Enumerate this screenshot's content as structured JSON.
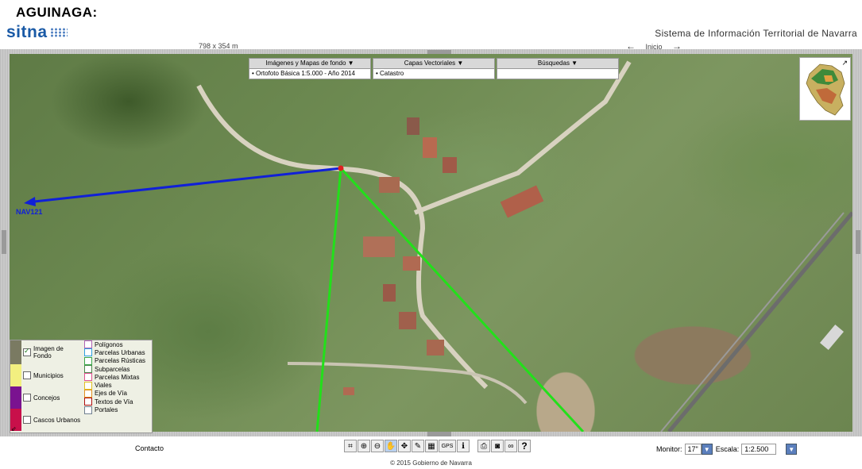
{
  "page": {
    "heading": "AGUINAGA:",
    "logo": "sitna",
    "site_title": "Sistema de Información Territorial de Navarra"
  },
  "map_info": {
    "dimensions": "798 x 354 m",
    "nav_back_icon": "arrow-left-icon",
    "nav_home": "Inicio",
    "nav_forward_icon": "arrow-right-icon"
  },
  "layer_menu": [
    {
      "title": "Imágenes y Mapas de fondo ▼",
      "value": "• Ortofoto Básica 1:5.000 - Año 2014"
    },
    {
      "title": "Capas Vectoriales ▼",
      "value": "• Catastro"
    },
    {
      "title": "Búsquedas ▼",
      "value": ""
    }
  ],
  "map_overlay": {
    "label": "NAV121",
    "colors": {
      "blue_line": "#1020d8",
      "green_line": "#22e01a",
      "marker": "#e02020"
    }
  },
  "legend": {
    "left": [
      {
        "label": "Imagen de Fondo",
        "color": "#7a7a62",
        "checked": true
      },
      {
        "label": "Municipios",
        "color": "#f2ef80",
        "checked": false
      },
      {
        "label": "Concejos",
        "color": "#7a1390",
        "checked": false
      },
      {
        "label": "Cascos Urbanos",
        "color": "#c8104a",
        "checked": false
      }
    ],
    "right": [
      {
        "label": "Polígonos",
        "color": "#b064b4"
      },
      {
        "label": "Parcelas Urbanas",
        "color": "#2fa0e0"
      },
      {
        "label": "Parcelas Rústicas",
        "color": "#3aa84a"
      },
      {
        "label": "Subparcelas",
        "color": "#4a8a4a"
      },
      {
        "label": "Parcelas Mixtas",
        "color": "#e05090"
      },
      {
        "label": "Viales",
        "color": "#e0c020"
      },
      {
        "label": "Ejes de Vía",
        "color": "#e09020"
      },
      {
        "label": "Textos de Vía",
        "color": "#b01010"
      },
      {
        "label": "Portales",
        "color": "#708090"
      }
    ]
  },
  "bottom": {
    "contact": "Contacto",
    "tools": [
      "select-box-icon",
      "zoom-in-icon",
      "zoom-out-icon",
      "pan-hand-icon",
      "move-icon",
      "measure-icon",
      "building-icon",
      "gps-icon",
      "info-icon",
      "print-icon",
      "camera-icon",
      "link-icon",
      "help-icon"
    ],
    "tool_glyphs": [
      "⌗",
      "⊕",
      "⊖",
      "✋",
      "✥",
      "✎",
      "▦",
      "GPS",
      "ℹ",
      "⎙",
      "◙",
      "∞",
      "?"
    ],
    "monitor_label": "Monitor:",
    "monitor_value": "17\"",
    "scale_label": "Escala:",
    "scale_value": "1:2.500",
    "copyright": "© 2015 Gobierno de Navarra"
  }
}
